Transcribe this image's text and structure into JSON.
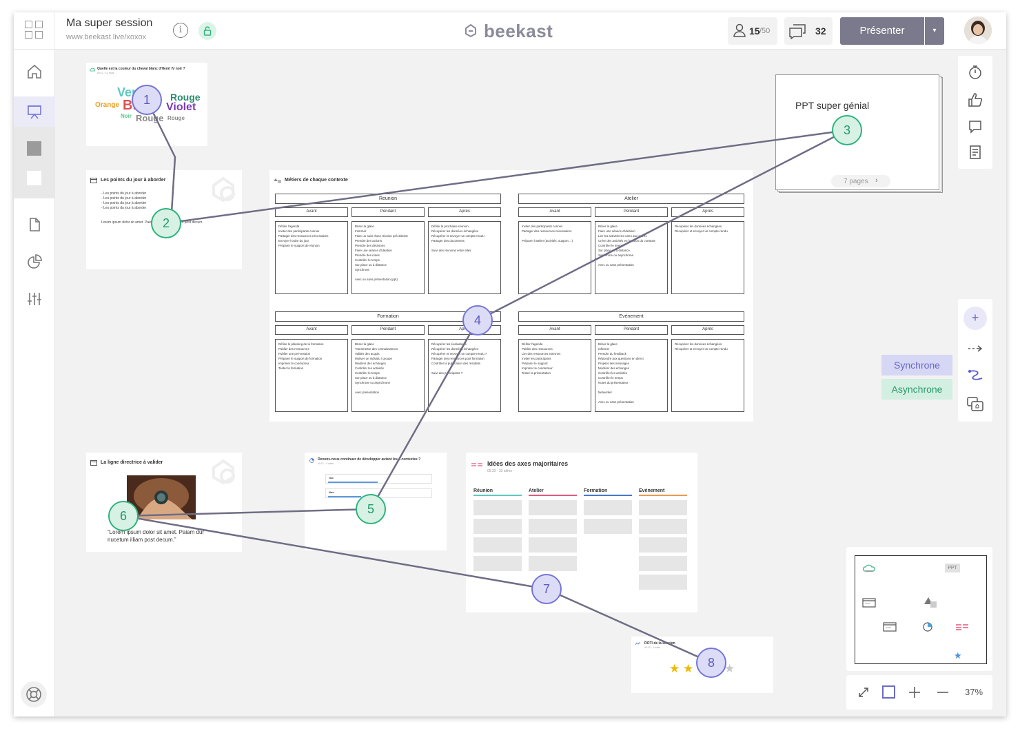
{
  "topbar": {
    "session_title": "Ma super session",
    "session_url": "www.beekast.live/xoxox",
    "info_icon_glyph": "i",
    "logo_text": "beekast",
    "participants_count": "15",
    "participants_max": "/50",
    "messages_count": "32",
    "present_label": "Présenter",
    "present_dropdown_glyph": "▾"
  },
  "cards": {
    "wordcloud": {
      "question": "Quelle est la couleur du cheval blanc d'Henri IV noir ?",
      "meta": "00:12  ·  12 mots",
      "words": [
        "Vert",
        "Rouge",
        "Orange",
        "Blanc",
        "Violet",
        "Noir",
        "Rouge",
        "Rouge"
      ]
    },
    "agenda": {
      "title": "Les points du jour à aborder",
      "bullets": [
        "- Les points du jour à aborder",
        "- Les points du jour à aborder",
        "- Les points du jour à aborder",
        "- Les points du jour à aborder"
      ],
      "body": "Lorem ipsum dolor sit amet. Paiam dur nucetum illiam post decum."
    },
    "ppt": {
      "title": "PPT super génial",
      "pages": "7 pages"
    },
    "metiers": {
      "title": "Métiers de chaque contexte",
      "columns": [
        "Avant",
        "Pendant",
        "Après"
      ],
      "sections": [
        {
          "name": "Reunion",
          "cells": [
            "Définir l'agenda\nInviter des participants connus\nPartager des ressources nécessaires\nEnvoyer l'ordre du jour\nPréparer le support de réunion",
            "Briser la glace\nInformer\nFaire un suivi d'une réunion précédente\nPrendre des actions\nPrendre des décisions\nFaire une séance d'idéation\nPrendre des notes\nContrôler le temps\nSur place ou à distance\nSynchrone\n\nAvec ou sans présentation (ppt)",
            "Définir la prochaine réunion\nRécupérer les données échangées\nRécupérer et envoyer un compte-rendu\nPartager des documents\n\nSuivi des réunions entre elles"
          ]
        },
        {
          "name": "Atelier",
          "cells": [
            "Inviter des participants connus\nPartager des ressources nécessaires\n\nPréparer l'atelier (activités, support ...)",
            "Briser la glace\nFaire une séance d'idéation\nLier les activités les unes aux autres\nCréer des activités en fonction du contexte\nContrôler le temps\nSur place ou à distance\nSynchrone ou asynchrone\n\nAvec ou sans présentation",
            "Récupérer les données échangées\nRécupérer et envoyer un compte-rendu"
          ]
        },
        {
          "name": "Formation",
          "cells": [
            "Définir le planning de la formation\nPublier des ressources\nPublier une pré-session\nPréparer le support de formation\nImprimer le conducteur\nTester la formation",
            "Briser la glace\nTransmettre des connaissances\nValider des acquis\nMotiver un individu / groupe\nModérer des échanges\nContrôler les activités\nContrôler le temps\nSur place ou à distance\nSynchrone ou asynchrone\n\nAvec présentation",
            "Récupérer les évaluations\nRécupérer les données échangées\nRécupérer et envoyer un compte-rendu ?\nPartager des ressources post formation\nContrôler la publication des résultats\n\nSuivi des participants ?"
          ]
        },
        {
          "name": "Evénement",
          "cells": [
            "Définir l'agenda\nPublier des ressources\nLier des ressources externes\nInviter les participants\nPréparer le support\nImprimer le conducteur\nTester la présentation",
            "Briser la glace\nInformer\nPrendre du feedback\nRépondre aux questions en direct\nProjeter des messages\nModérer des échanges\nContrôler les activités\nContrôler le temps\nNotes du présentateur\n\nNetworker\n\nAvec ou sans présentation",
            "Récupérer les données échangées\nRécupérer et envoyer un compte-rendu"
          ]
        }
      ]
    },
    "ligne": {
      "title": "La ligne directrice à valider",
      "quote": "“Lorem ipsum dolor sit amet. Paiam dur nucetum illiam post decum.”"
    },
    "poll": {
      "question": "Devons-nous continuer de développer autant les 4 contextes ?",
      "meta": "00:12  ·  4 votes",
      "options": [
        "Oui",
        "Non"
      ]
    },
    "ideas": {
      "title": "Idées des axes majoritaires",
      "meta": "05:32  ·  32 idées",
      "columns": [
        "Réunion",
        "Atelier",
        "Formation",
        "Evénement"
      ],
      "column_colors": [
        "#5cc8c0",
        "#e05a7a",
        "#4a78c8",
        "#e89a50"
      ]
    },
    "roti": {
      "title": "ROTI de la session",
      "meta": "00:12  ·  4 votes",
      "rating": 2,
      "max": 5
    }
  },
  "nodes": [
    "1",
    "2",
    "3",
    "4",
    "5",
    "6",
    "7",
    "8"
  ],
  "legend": {
    "sync_label": "Synchrone",
    "async_label": "Asynchrone",
    "sync_color": "#d6d6f5",
    "async_color": "#d3efe2"
  },
  "minimap": {
    "ppt_label": "PPT"
  },
  "zoom": {
    "value": "37%"
  },
  "colors": {
    "accent_purple": "#7474d8",
    "accent_green": "#2db37c",
    "connector": "#6e6d85",
    "present_button": "#7a7a8c"
  }
}
